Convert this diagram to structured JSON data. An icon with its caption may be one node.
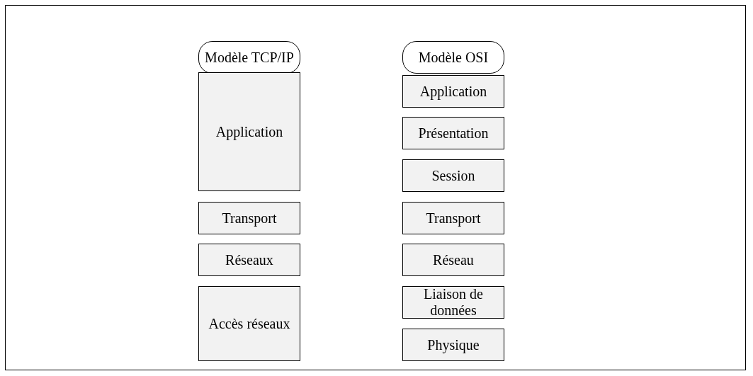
{
  "diagram": {
    "nodes": [
      {
        "text": [
          "Modèle TCP/IP"
        ]
      },
      {
        "text": [
          "Modèle OSI"
        ]
      },
      {
        "text": [
          "Application"
        ]
      },
      {
        "text": [
          "Transport"
        ]
      },
      {
        "text": [
          "Réseaux"
        ]
      },
      {
        "text": [
          "Accès réseaux"
        ]
      },
      {
        "text": [
          "Application"
        ]
      },
      {
        "text": [
          "Présentation"
        ]
      },
      {
        "text": [
          "Session"
        ]
      },
      {
        "text": [
          "Transport"
        ]
      },
      {
        "text": [
          "Réseau"
        ]
      },
      {
        "text": [
          "Liaison de données"
        ]
      },
      {
        "text": [
          "Physique"
        ]
      }
    ],
    "edges": []
  }
}
